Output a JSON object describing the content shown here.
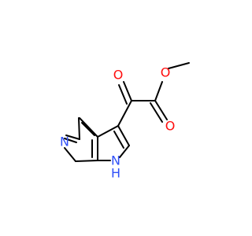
{
  "molecule": {
    "atoms": {
      "carbonyl_o": {
        "text": "O"
      },
      "ester_o": {
        "text": "O"
      },
      "ester_carbonyl_o": {
        "text": "O"
      },
      "pyridine_n": {
        "text": "N"
      },
      "pyrrole_n": {
        "text": "N"
      },
      "pyrrole_h": {
        "text": "H"
      }
    }
  },
  "colors": {
    "bond": "#000000",
    "oxygen": "#ff0d0d",
    "nitrogen": "#3050f8"
  }
}
